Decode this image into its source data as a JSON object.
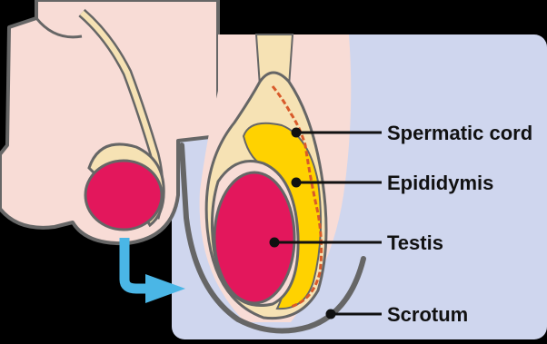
{
  "labels": {
    "spermatic_cord": "Spermatic cord",
    "epididymis": "Epididymis",
    "testis": "Testis",
    "scrotum": "Scrotum"
  },
  "colors": {
    "background": "#000000",
    "panel": "#cfd6ee",
    "skin": "#f8dcd6",
    "outline": "#666666",
    "testis": "#e3175c",
    "epididymis": "#ffd200",
    "cord": "#f6e2b4",
    "arrow": "#4ab6e6"
  }
}
